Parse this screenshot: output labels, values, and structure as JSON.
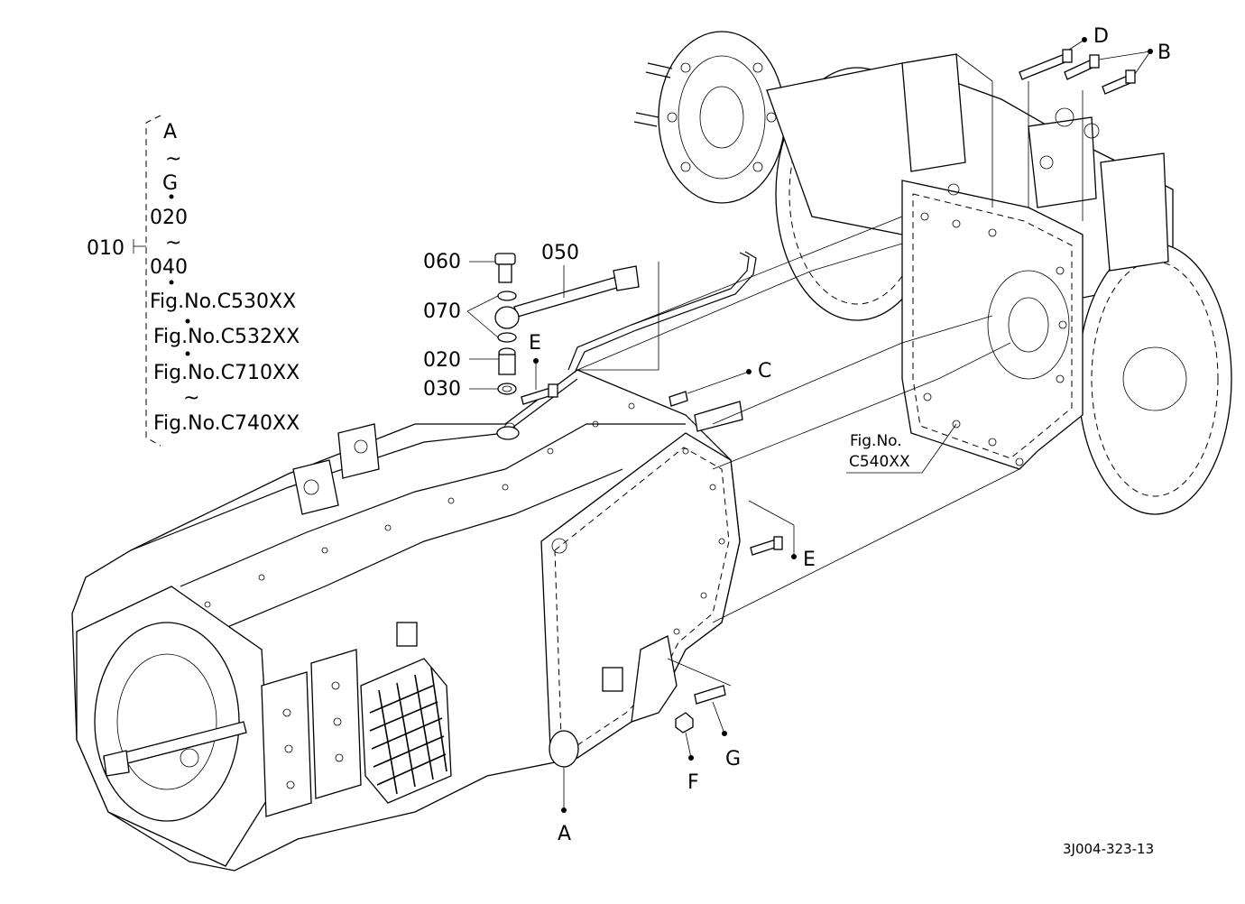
{
  "bracket": {
    "lines": [
      "A",
      "~",
      "G",
      "020",
      "~",
      "040",
      "Fig.No.C530XX",
      "Fig.No.C532XX",
      "Fig.No.C710XX",
      "~",
      "Fig.No.C740XX"
    ],
    "ref": "010"
  },
  "callouts": {
    "p060": "060",
    "p050": "050",
    "p070": "070",
    "p020": "020",
    "p030": "030",
    "e_top": "E",
    "e_right": "E",
    "c": "C",
    "d": "D",
    "b": "B",
    "a": "A",
    "f": "F",
    "g": "G"
  },
  "figref": {
    "line1": "Fig.No.",
    "line2": "C540XX"
  },
  "drawing_code": "3J004-323-13"
}
